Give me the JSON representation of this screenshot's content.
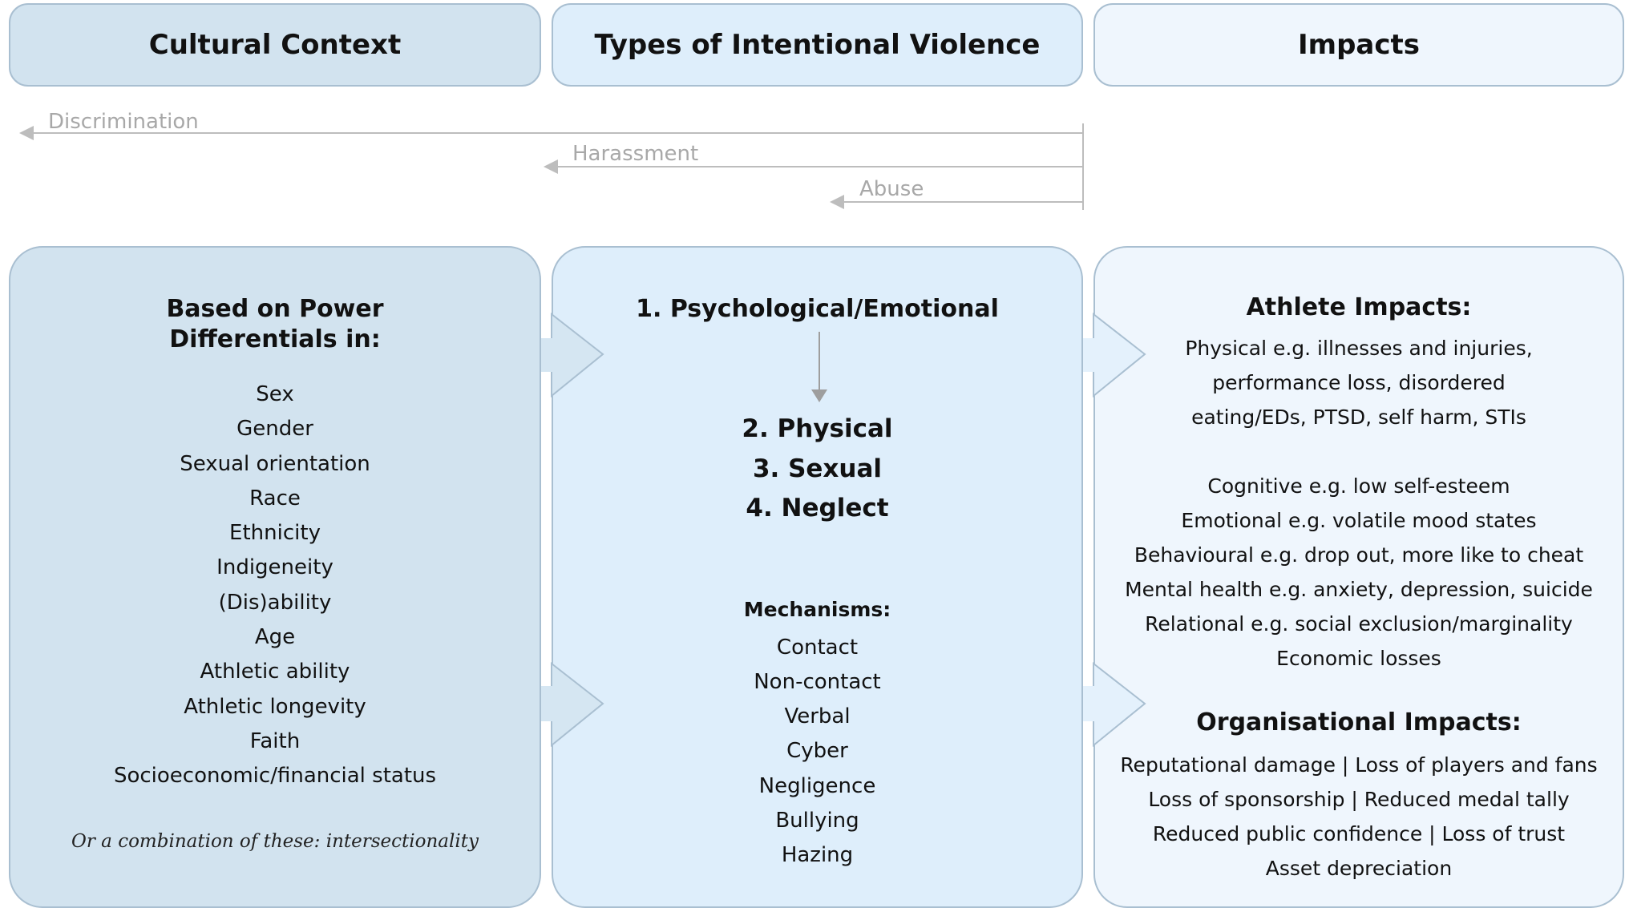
{
  "headers": {
    "cultural": "Cultural Context",
    "types": "Types of Intentional Violence",
    "impacts": "Impacts"
  },
  "continuum": [
    "Discrimination",
    "Harassment",
    "Abuse"
  ],
  "cultural": {
    "title_line1": "Based on Power",
    "title_line2": "Differentials in:",
    "items": [
      "Sex",
      "Gender",
      "Sexual orientation",
      "Race",
      "Ethnicity",
      "Indigeneity",
      "(Dis)ability",
      "Age",
      "Athletic ability",
      "Athletic longevity",
      "Faith",
      "Socioeconomic/financial status"
    ],
    "note": "Or a combination of these: intersectionality"
  },
  "types": {
    "first": "1. Psychological/Emotional",
    "others": [
      "2. Physical",
      "3. Sexual",
      "4. Neglect"
    ],
    "mechanisms_title": "Mechanisms:",
    "mechanisms": [
      "Contact",
      "Non-contact",
      "Verbal",
      "Cyber",
      "Negligence",
      "Bullying",
      "Hazing"
    ]
  },
  "impacts": {
    "athlete_title": "Athlete Impacts:",
    "athlete_a": [
      "Physical e.g. illnesses and injuries,",
      "performance loss, disordered",
      "eating/EDs, PTSD, self harm, STIs"
    ],
    "athlete_b": [
      "Cognitive e.g. low self-esteem",
      "Emotional e.g. volatile mood states",
      "Behavioural e.g. drop out, more like to cheat",
      "Mental health e.g. anxiety, depression, suicide",
      "Relational e.g. social exclusion/marginality",
      "Economic losses"
    ],
    "org_title": "Organisational Impacts:",
    "org": [
      "Reputational damage | Loss of players and fans",
      "Loss of sponsorship | Reduced medal tally",
      "Reduced public confidence | Loss of trust",
      "Asset depreciation"
    ]
  }
}
